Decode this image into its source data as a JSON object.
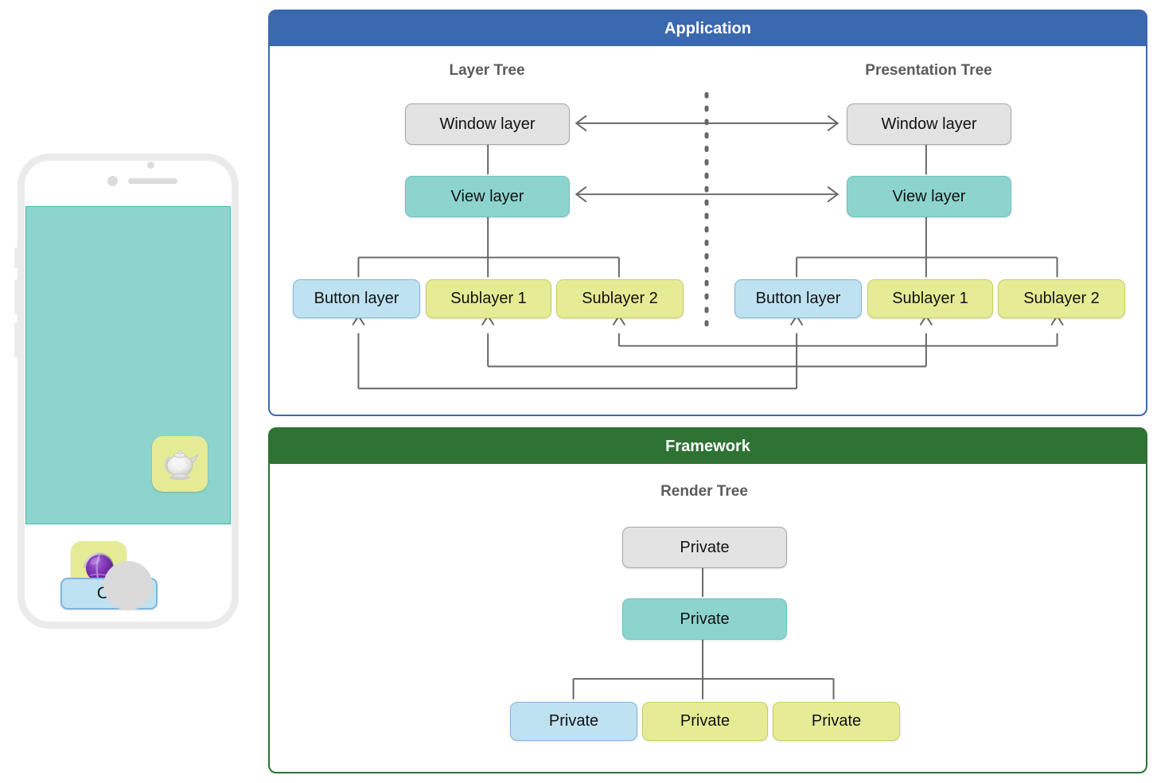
{
  "phone": {
    "screen_bg": "#8ed4ce",
    "ok_button_label": "OK",
    "icons": [
      {
        "name": "teapot-app-icon",
        "glyph": "🫖"
      },
      {
        "name": "orb-app-icon",
        "glyph": "●"
      }
    ]
  },
  "application_panel": {
    "title": "Application",
    "accent": "#3b69b0",
    "left_tree_title": "Layer Tree",
    "right_tree_title": "Presentation Tree",
    "layer_tree": {
      "root": "Window layer",
      "view": "View layer",
      "children": [
        "Button layer",
        "Sublayer 1",
        "Sublayer 2"
      ]
    },
    "presentation_tree": {
      "root": "Window layer",
      "view": "View layer",
      "children": [
        "Button layer",
        "Sublayer 1",
        "Sublayer 2"
      ]
    }
  },
  "framework_panel": {
    "title": "Framework",
    "accent": "#2e7234",
    "tree_title": "Render Tree",
    "render_tree": {
      "root": "Private",
      "view": "Private",
      "children": [
        "Private",
        "Private",
        "Private"
      ]
    }
  },
  "colors": {
    "gray_node": "#e3e3e3",
    "teal_node": "#8ed4ce",
    "blue_node": "#bfe2f0",
    "yellow_node": "#e6eb96",
    "wire": "#666666"
  }
}
